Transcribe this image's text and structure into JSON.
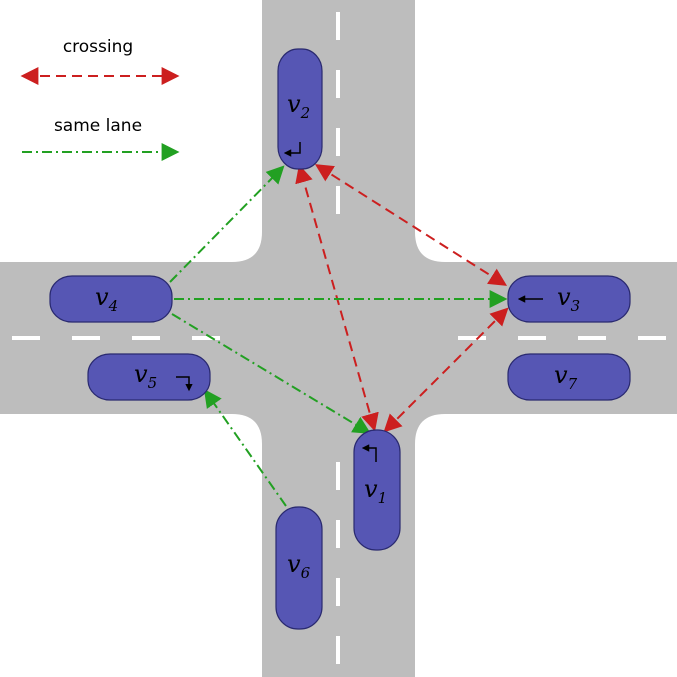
{
  "legend": {
    "crossing": {
      "label": "crossing",
      "color": "#cc1f1f",
      "style": "dashed"
    },
    "same_lane": {
      "label": "same lane",
      "color": "#22a022",
      "style": "dash-dot"
    }
  },
  "road_color": "#bdbdbd",
  "lane_marking_color": "#ffffff",
  "vehicle_color": "#5656b4",
  "vehicles": [
    {
      "id": "v1",
      "letter": "v",
      "sub": "1",
      "turn": "left-turn-icon"
    },
    {
      "id": "v2",
      "letter": "v",
      "sub": "2",
      "turn": "right-turn-icon"
    },
    {
      "id": "v3",
      "letter": "v",
      "sub": "3",
      "turn": "straight-left-arrow-icon"
    },
    {
      "id": "v4",
      "letter": "v",
      "sub": "4",
      "turn": ""
    },
    {
      "id": "v5",
      "letter": "v",
      "sub": "5",
      "turn": "right-turn-icon"
    },
    {
      "id": "v6",
      "letter": "v",
      "sub": "6",
      "turn": ""
    },
    {
      "id": "v7",
      "letter": "v",
      "sub": "7",
      "turn": ""
    }
  ],
  "relations": {
    "crossing": [
      [
        "v1",
        "v2"
      ],
      [
        "v1",
        "v3"
      ],
      [
        "v2",
        "v3"
      ]
    ],
    "same_lane": [
      [
        "v4",
        "v2"
      ],
      [
        "v4",
        "v3"
      ],
      [
        "v4",
        "v1"
      ],
      [
        "v6",
        "v5"
      ]
    ]
  }
}
